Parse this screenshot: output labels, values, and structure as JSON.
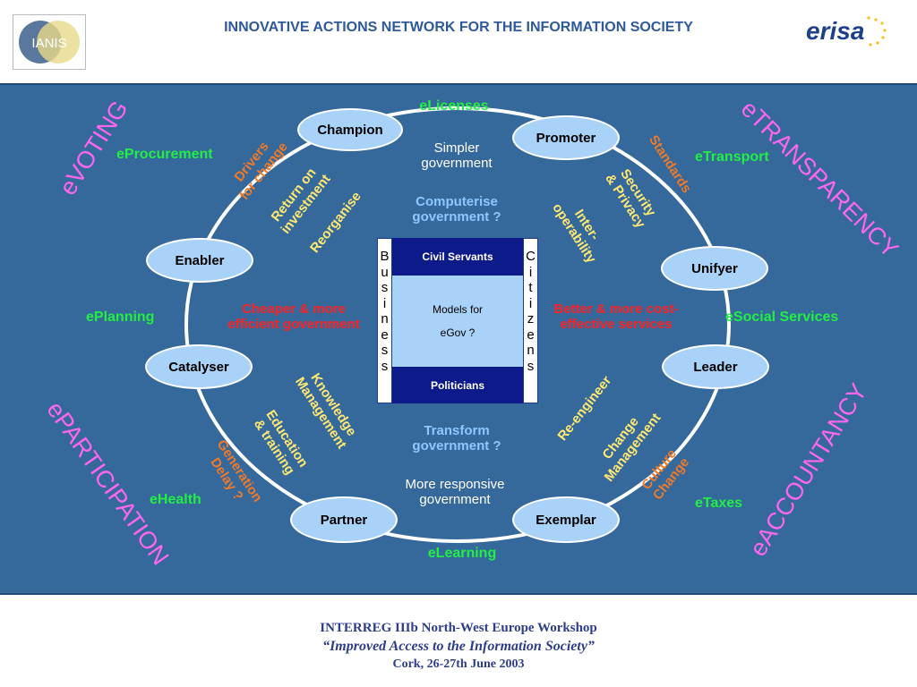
{
  "header": {
    "title": "INNOVATIVE ACTIONS NETWORK FOR THE INFORMATION SOCIETY",
    "left_logo_text": "IANIS",
    "right_logo_text": "erisa"
  },
  "roles": {
    "champion": "Champion",
    "promoter": "Promoter",
    "enabler": "Enabler",
    "unifyer": "Unifyer",
    "catalyser": "Catalyser",
    "leader": "Leader",
    "partner": "Partner",
    "exemplar": "Exemplar"
  },
  "services": {
    "elicenses": "eLicenses",
    "eprocurement": "eProcurement",
    "etransport": "eTransport",
    "eplanning": "ePlanning",
    "esocial": "eSocial Services",
    "ehealth": "eHealth",
    "etaxes": "eTaxes",
    "elearning": "eLearning"
  },
  "themes": {
    "evoting": "eVOTING",
    "etransparency": "eTRANSPARENCY",
    "eparticipation": "ePARTICIPATION",
    "eaccountancy": "eACCOUNTANCY"
  },
  "factors": {
    "drivers": "Drivers\nfor change",
    "return": "Return on\ninvestment",
    "reorganise": "Reorganise",
    "standards": "Standards",
    "security": "Security\n& Privacy",
    "interop": "Inter-\noperability",
    "knowledge": "Knowledge\nManagement",
    "education": "Education\n& training",
    "generation": "Generation\nDelay ?",
    "reengineer": "Re-engineer",
    "change_mgmt": "Change\nManagement",
    "culture": "Culture\nChange"
  },
  "center": {
    "simpler": "Simpler\ngovernment",
    "computerise": "Computerise\ngovernment ?",
    "cheaper": "Cheaper & more\nefficient government",
    "better": "Better & more cost-\neffective services",
    "transform": "Transform\ngovernment ?",
    "responsive": "More responsive\ngovernment",
    "business": "Business",
    "citizens": "Citizens",
    "civil_servants": "Civil Servants",
    "models_line1": "Models for",
    "models_line2": "eGov ?",
    "politicians": "Politicians"
  },
  "footer": {
    "line1": "INTERREG IIIb North-West Europe Workshop",
    "line2": "“Improved Access to the Information Society”",
    "line3": "Cork, 26-27th June 2003"
  },
  "colors": {
    "panel": "#35689b",
    "ellipse": "#a8d2f7",
    "service_green": "#22ee44",
    "theme_magenta": "#ff66ee",
    "factor_orange": "#f07a28",
    "factor_yellow": "#ffe870",
    "benefit_red": "#ff2222",
    "header_blue": "#2e5a9c"
  }
}
